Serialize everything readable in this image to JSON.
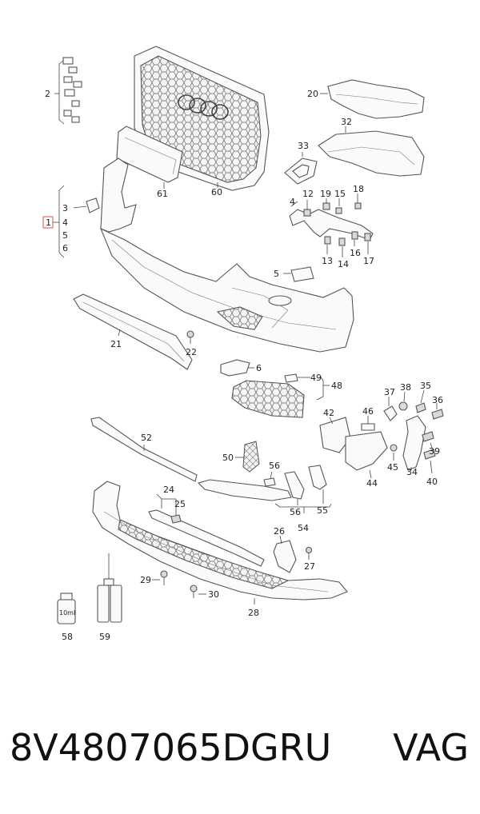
{
  "labels": {
    "p1": "1",
    "p2": "2",
    "p3": "3",
    "p4": "4",
    "p5": "5",
    "p6": "6",
    "p5b": "5",
    "p6b": "6",
    "p12": "12",
    "p13": "13",
    "p14": "14",
    "p15": "15",
    "p16": "16",
    "p17": "17",
    "p18": "18",
    "p19": "19",
    "p20": "20",
    "p21": "21",
    "p22": "22",
    "p24": "24",
    "p25": "25",
    "p26": "26",
    "p27": "27",
    "p28": "28",
    "p29": "29",
    "p30": "30",
    "p32": "32",
    "p33": "33",
    "p34": "34",
    "p35": "35",
    "p36": "36",
    "p37": "37",
    "p38": "38",
    "p39": "39",
    "p40": "40",
    "p42": "42",
    "p44": "44",
    "p45": "45",
    "p46": "46",
    "p48": "48",
    "p49": "49",
    "p50": "50",
    "p52": "52",
    "p54": "54",
    "p55": "55",
    "p56": "56",
    "p56b": "56",
    "p58": "58",
    "p59": "59",
    "p60": "60",
    "p61": "61",
    "p4b": "4"
  },
  "bottle_label": "10ml",
  "footer": {
    "part_number": "8V4807065DGRU",
    "brand": "VAG"
  }
}
